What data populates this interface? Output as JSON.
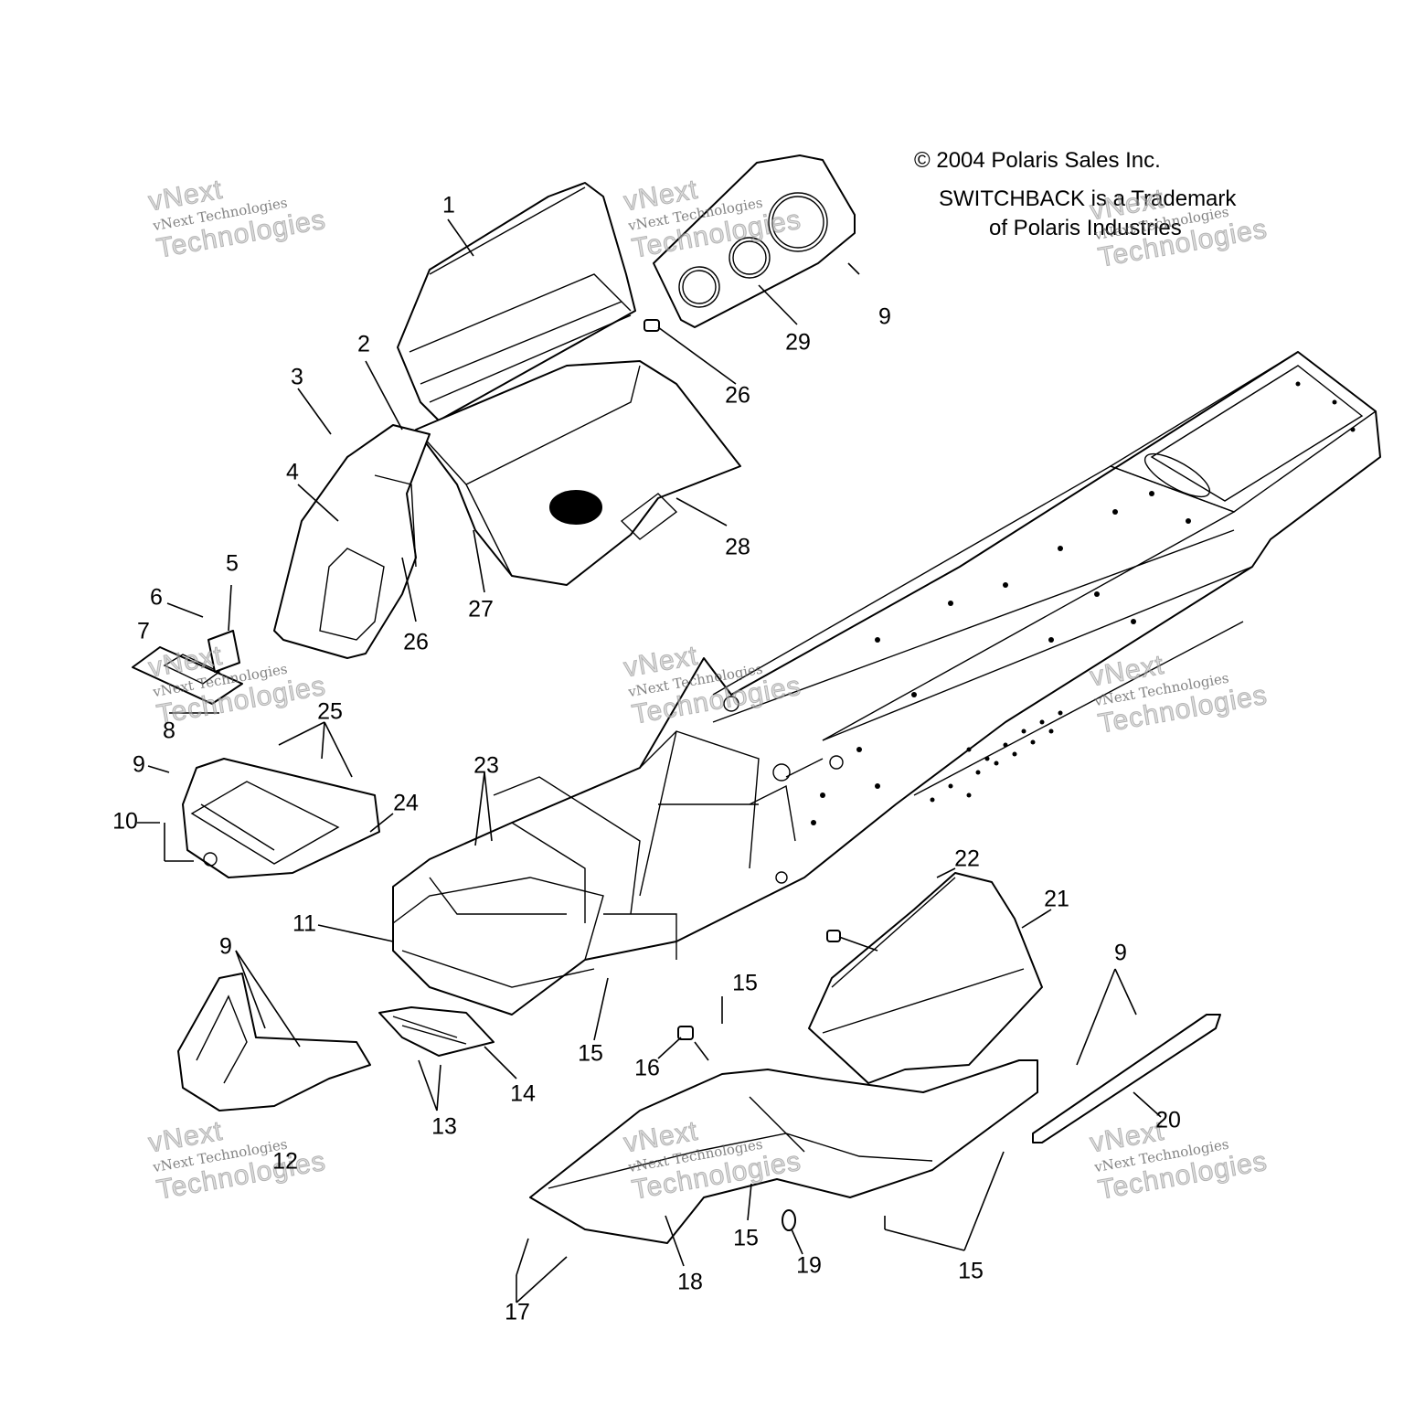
{
  "copyright": {
    "line1": "© 2004 Polaris Sales Inc.",
    "line2": "SWITCHBACK is a Trademark",
    "line3": "of Polaris Industries"
  },
  "watermark": {
    "brand": "vNext Technologies",
    "big_line1": "vNext",
    "big_line2": "Technologies"
  },
  "callouts": {
    "c1": "1",
    "c2": "2",
    "c3": "3",
    "c4": "4",
    "c5": "5",
    "c6": "6",
    "c7": "7",
    "c8": "8",
    "c9a": "9",
    "c9b": "9",
    "c9c": "9",
    "c9d": "9",
    "c10": "10",
    "c11": "11",
    "c12": "12",
    "c13": "13",
    "c14": "14",
    "c15a": "15",
    "c15b": "15",
    "c15c": "15",
    "c15d": "15",
    "c16": "16",
    "c17": "17",
    "c18": "18",
    "c19": "19",
    "c20": "20",
    "c21": "21",
    "c22": "22",
    "c23": "23",
    "c24": "24",
    "c25": "25",
    "c26a": "26",
    "c26b": "26",
    "c27": "27",
    "c28": "28",
    "c29": "29"
  }
}
